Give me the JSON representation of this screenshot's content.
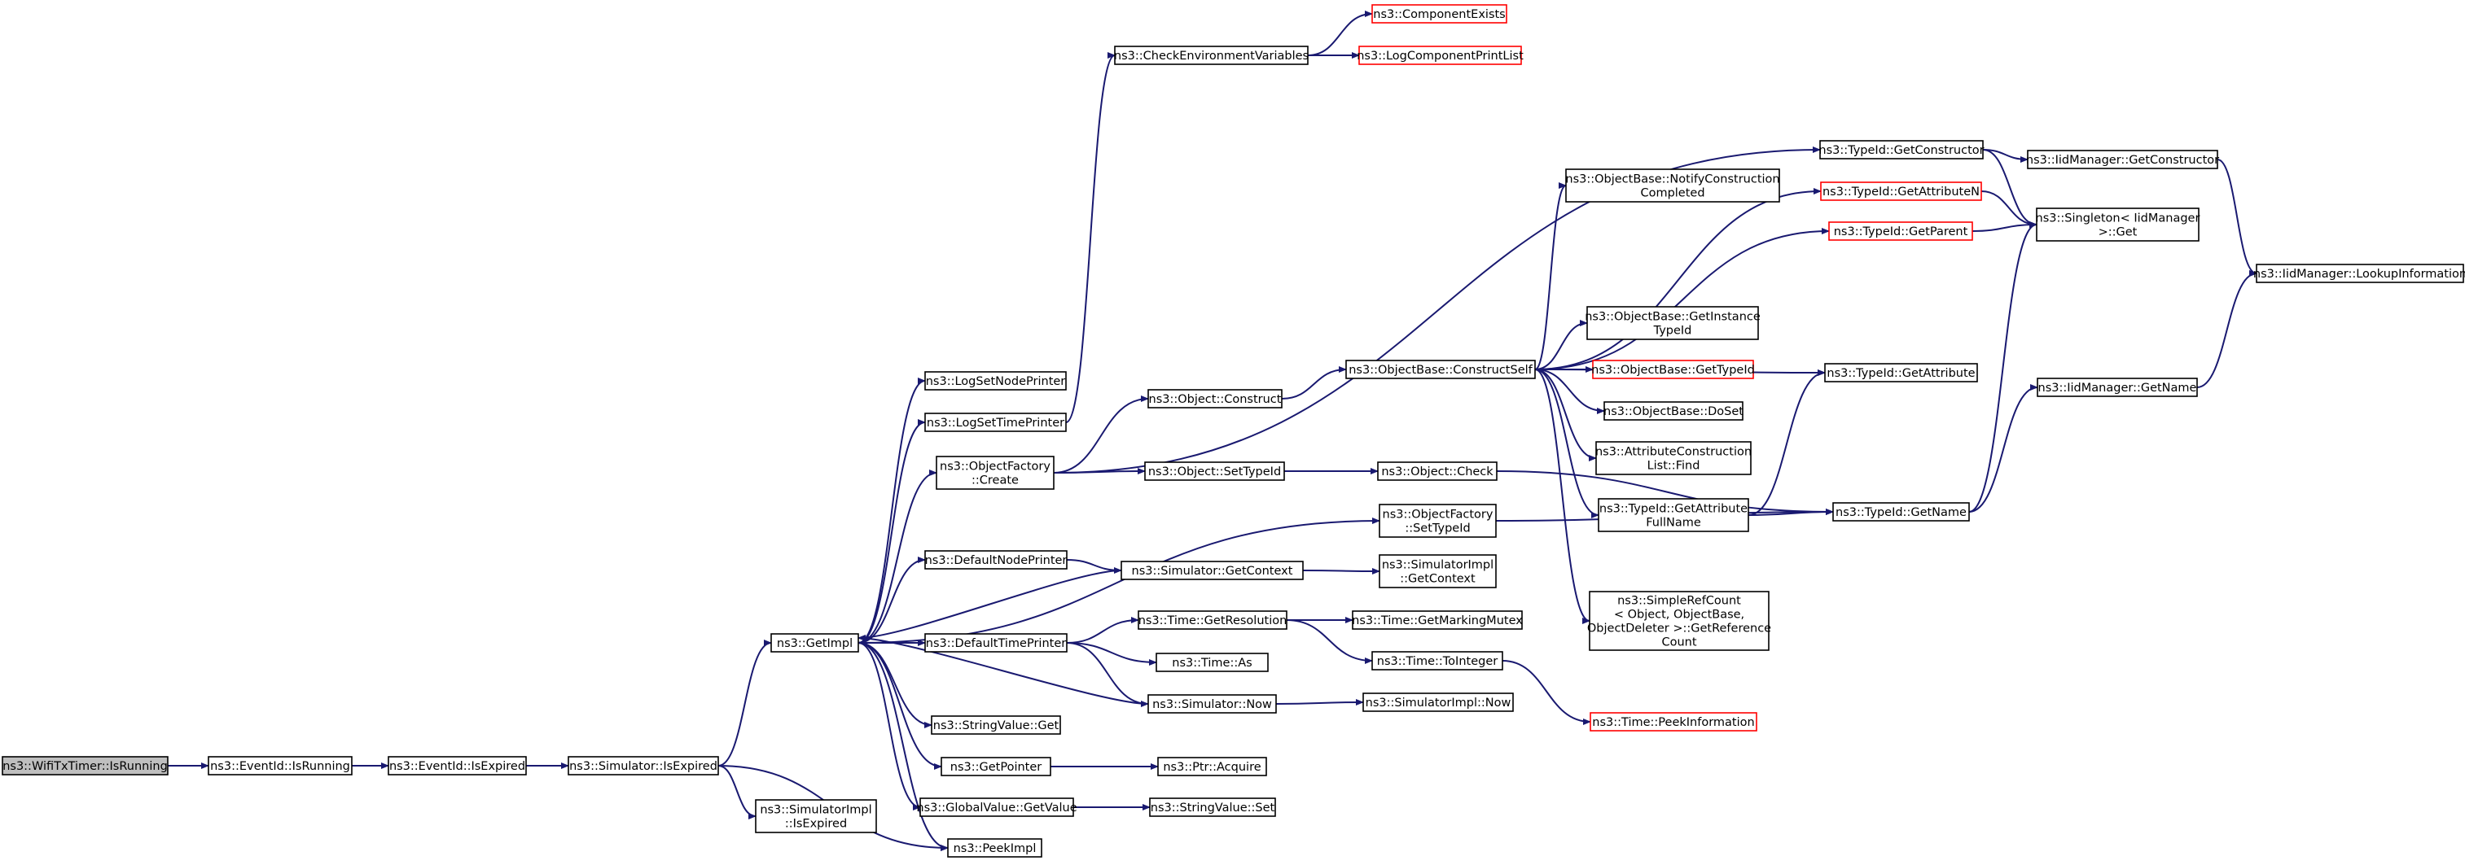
{
  "graph": {
    "type": "call-graph",
    "colors": {
      "edge": "#191970",
      "root_fill": "#bfbfbf",
      "truncated_border": "#ff0000",
      "node_border": "#000000"
    },
    "nodes": [
      {
        "id": "wifitx",
        "lines": [
          "ns3::WifiTxTimer::IsRunning"
        ],
        "style": "root"
      },
      {
        "id": "evIsRunning",
        "lines": [
          "ns3::EventId::IsRunning"
        ]
      },
      {
        "id": "evIsExpired",
        "lines": [
          "ns3::EventId::IsExpired"
        ]
      },
      {
        "id": "simIsExpired",
        "lines": [
          "ns3::Simulator::IsExpired"
        ]
      },
      {
        "id": "getImpl",
        "lines": [
          "ns3::GetImpl"
        ]
      },
      {
        "id": "simImplIsExpired",
        "lines": [
          "ns3::SimulatorImpl",
          "::IsExpired"
        ]
      },
      {
        "id": "peekImpl",
        "lines": [
          "ns3::PeekImpl"
        ]
      },
      {
        "id": "logNode",
        "lines": [
          "ns3::LogSetNodePrinter"
        ]
      },
      {
        "id": "logTime",
        "lines": [
          "ns3::LogSetTimePrinter"
        ]
      },
      {
        "id": "ofCreate",
        "lines": [
          "ns3::ObjectFactory",
          "::Create"
        ]
      },
      {
        "id": "defNodePrinter",
        "lines": [
          "ns3::DefaultNodePrinter"
        ]
      },
      {
        "id": "defTimePrinter",
        "lines": [
          "ns3::DefaultTimePrinter"
        ]
      },
      {
        "id": "strGet",
        "lines": [
          "ns3::StringValue::Get"
        ]
      },
      {
        "id": "getPointer",
        "lines": [
          "ns3::GetPointer"
        ]
      },
      {
        "id": "gvGetValue",
        "lines": [
          "ns3::GlobalValue::GetValue"
        ]
      },
      {
        "id": "checkEnv",
        "lines": [
          "ns3::CheckEnvironmentVariables"
        ]
      },
      {
        "id": "compExists",
        "lines": [
          "ns3::ComponentExists"
        ],
        "style": "truncated"
      },
      {
        "id": "logCompList",
        "lines": [
          "ns3::LogComponentPrintList"
        ],
        "style": "truncated"
      },
      {
        "id": "objConstruct",
        "lines": [
          "ns3::Object::Construct"
        ]
      },
      {
        "id": "objSetTypeId",
        "lines": [
          "ns3::Object::SetTypeId"
        ]
      },
      {
        "id": "simGetContext",
        "lines": [
          "ns3::Simulator::GetContext"
        ]
      },
      {
        "id": "timeGetRes",
        "lines": [
          "ns3::Time::GetResolution"
        ]
      },
      {
        "id": "timeAs",
        "lines": [
          "ns3::Time::As"
        ]
      },
      {
        "id": "simNow",
        "lines": [
          "ns3::Simulator::Now"
        ]
      },
      {
        "id": "ptrAcquire",
        "lines": [
          "ns3::Ptr::Acquire"
        ]
      },
      {
        "id": "strSet",
        "lines": [
          "ns3::StringValue::Set"
        ]
      },
      {
        "id": "obConstructSelf",
        "lines": [
          "ns3::ObjectBase::ConstructSelf"
        ]
      },
      {
        "id": "objCheck",
        "lines": [
          "ns3::Object::Check"
        ]
      },
      {
        "id": "ofSetTypeId",
        "lines": [
          "ns3::ObjectFactory",
          "::SetTypeId"
        ]
      },
      {
        "id": "simImplGetContext",
        "lines": [
          "ns3::SimulatorImpl",
          "::GetContext"
        ]
      },
      {
        "id": "timeGetMutex",
        "lines": [
          "ns3::Time::GetMarkingMutex"
        ]
      },
      {
        "id": "timeToInteger",
        "lines": [
          "ns3::Time::ToInteger"
        ]
      },
      {
        "id": "simImplNow",
        "lines": [
          "ns3::SimulatorImpl::Now"
        ]
      },
      {
        "id": "notifyConstr",
        "lines": [
          "ns3::ObjectBase::NotifyConstruction",
          "Completed"
        ]
      },
      {
        "id": "getInstanceTid",
        "lines": [
          "ns3::ObjectBase::GetInstance",
          "TypeId"
        ]
      },
      {
        "id": "obGetTypeId",
        "lines": [
          "ns3::ObjectBase::GetTypeId"
        ],
        "style": "truncated"
      },
      {
        "id": "obDoSet",
        "lines": [
          "ns3::ObjectBase::DoSet"
        ]
      },
      {
        "id": "acListFind",
        "lines": [
          "ns3::AttributeConstruction",
          "List::Find"
        ]
      },
      {
        "id": "tidGetAttrFull",
        "lines": [
          "ns3::TypeId::GetAttribute",
          "FullName"
        ]
      },
      {
        "id": "srcGetRef",
        "lines": [
          "ns3::SimpleRefCount",
          "< Object, ObjectBase,",
          "ObjectDeleter >::GetReference",
          "Count"
        ]
      },
      {
        "id": "timePeekInfo",
        "lines": [
          "ns3::Time::PeekInformation"
        ],
        "style": "truncated"
      },
      {
        "id": "tidGetConstructor",
        "lines": [
          "ns3::TypeId::GetConstructor"
        ]
      },
      {
        "id": "tidGetAttrN",
        "lines": [
          "ns3::TypeId::GetAttributeN"
        ],
        "style": "truncated"
      },
      {
        "id": "tidGetParent",
        "lines": [
          "ns3::TypeId::GetParent"
        ],
        "style": "truncated"
      },
      {
        "id": "tidGetAttribute",
        "lines": [
          "ns3::TypeId::GetAttribute"
        ]
      },
      {
        "id": "tidGetName",
        "lines": [
          "ns3::TypeId::GetName"
        ]
      },
      {
        "id": "iidGetConstructor",
        "lines": [
          "ns3::IidManager::GetConstructor"
        ]
      },
      {
        "id": "singletonGet",
        "lines": [
          "ns3::Singleton< IidManager",
          ">::Get"
        ]
      },
      {
        "id": "iidGetName",
        "lines": [
          "ns3::IidManager::GetName"
        ]
      },
      {
        "id": "iidLookup",
        "lines": [
          "ns3::IidManager::LookupInformation"
        ]
      }
    ],
    "edges": [
      [
        "wifitx",
        "evIsRunning"
      ],
      [
        "evIsRunning",
        "evIsExpired"
      ],
      [
        "evIsExpired",
        "simIsExpired"
      ],
      [
        "simIsExpired",
        "getImpl"
      ],
      [
        "simIsExpired",
        "simImplIsExpired"
      ],
      [
        "simIsExpired",
        "peekImpl"
      ],
      [
        "getImpl",
        "logNode"
      ],
      [
        "getImpl",
        "logTime"
      ],
      [
        "getImpl",
        "ofCreate"
      ],
      [
        "getImpl",
        "ofSetTypeId"
      ],
      [
        "getImpl",
        "defNodePrinter"
      ],
      [
        "getImpl",
        "defTimePrinter"
      ],
      [
        "getImpl",
        "strGet"
      ],
      [
        "getImpl",
        "getPointer"
      ],
      [
        "getImpl",
        "gvGetValue"
      ],
      [
        "getImpl",
        "peekImpl"
      ],
      [
        "logTime",
        "checkEnv"
      ],
      [
        "checkEnv",
        "compExists"
      ],
      [
        "checkEnv",
        "logCompList"
      ],
      [
        "ofCreate",
        "objConstruct"
      ],
      [
        "ofCreate",
        "objSetTypeId"
      ],
      [
        "ofCreate",
        "tidGetConstructor"
      ],
      [
        "defNodePrinter",
        "simGetContext"
      ],
      [
        "simGetContext",
        "simImplGetContext"
      ],
      [
        "simGetContext",
        "getImpl"
      ],
      [
        "defTimePrinter",
        "timeGetRes"
      ],
      [
        "defTimePrinter",
        "timeAs"
      ],
      [
        "defTimePrinter",
        "simNow"
      ],
      [
        "simNow",
        "simImplNow"
      ],
      [
        "simNow",
        "getImpl"
      ],
      [
        "getPointer",
        "ptrAcquire"
      ],
      [
        "gvGetValue",
        "strSet"
      ],
      [
        "timeGetRes",
        "timeGetMutex"
      ],
      [
        "timeGetRes",
        "timeToInteger"
      ],
      [
        "timeToInteger",
        "timePeekInfo"
      ],
      [
        "objConstruct",
        "obConstructSelf"
      ],
      [
        "objSetTypeId",
        "objCheck"
      ],
      [
        "objCheck",
        "tidGetName"
      ],
      [
        "ofSetTypeId",
        "tidGetName"
      ],
      [
        "obConstructSelf",
        "notifyConstr"
      ],
      [
        "obConstructSelf",
        "getInstanceTid"
      ],
      [
        "obConstructSelf",
        "obGetTypeId"
      ],
      [
        "obConstructSelf",
        "obDoSet"
      ],
      [
        "obConstructSelf",
        "acListFind"
      ],
      [
        "obConstructSelf",
        "tidGetAttrFull"
      ],
      [
        "obConstructSelf",
        "srcGetRef"
      ],
      [
        "obConstructSelf",
        "tidGetAttrN"
      ],
      [
        "obConstructSelf",
        "tidGetParent"
      ],
      [
        "obConstructSelf",
        "tidGetAttribute"
      ],
      [
        "tidGetAttrFull",
        "tidGetAttribute"
      ],
      [
        "tidGetAttrFull",
        "tidGetName"
      ],
      [
        "tidGetConstructor",
        "iidGetConstructor"
      ],
      [
        "tidGetConstructor",
        "singletonGet"
      ],
      [
        "tidGetAttrN",
        "singletonGet"
      ],
      [
        "tidGetParent",
        "singletonGet"
      ],
      [
        "tidGetName",
        "singletonGet"
      ],
      [
        "tidGetName",
        "iidGetName"
      ],
      [
        "iidGetConstructor",
        "iidLookup"
      ],
      [
        "iidGetName",
        "iidLookup"
      ]
    ]
  }
}
